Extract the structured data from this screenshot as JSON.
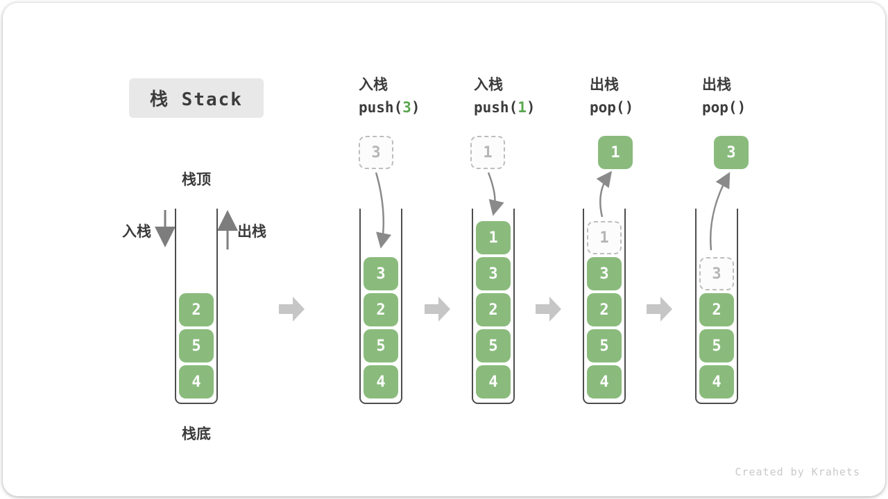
{
  "title": {
    "label": "栈 Stack"
  },
  "annotations": {
    "stack_top": "栈顶",
    "stack_bottom": "栈底",
    "push_side": "入栈",
    "pop_side": "出栈"
  },
  "operations": [
    {
      "name": "入栈",
      "code": {
        "fn": "push(",
        "arg": "3",
        "close": ")"
      }
    },
    {
      "name": "入栈",
      "code": {
        "fn": "push(",
        "arg": "1",
        "close": ")"
      }
    },
    {
      "name": "出栈",
      "code": {
        "fn": "pop(",
        "arg": "",
        "close": ")"
      }
    },
    {
      "name": "出栈",
      "code": {
        "fn": "pop(",
        "arg": "",
        "close": ")"
      }
    }
  ],
  "stacks": [
    {
      "cells": [
        "2",
        "5",
        "4"
      ]
    },
    {
      "cells": [
        "3",
        "2",
        "5",
        "4"
      ],
      "incoming": "3"
    },
    {
      "cells": [
        "1",
        "3",
        "2",
        "5",
        "4"
      ],
      "incoming": "1"
    },
    {
      "cells": [
        "3",
        "2",
        "5",
        "4"
      ],
      "ghost": "1",
      "outgoing": "1"
    },
    {
      "cells": [
        "2",
        "5",
        "4"
      ],
      "ghost": "3",
      "outgoing": "3"
    }
  ],
  "credit": "Created by Krahets",
  "colors": {
    "cell_green": "#8abb7d",
    "code_arg_green": "#5aa74f",
    "text_dark": "#3b3b3b",
    "curve_arrow_gray": "#8a8a8a",
    "side_arrow_gray": "#7d7d7d",
    "block_arrow_gray": "#c6c6c6",
    "dashed_gray": "#bdbdbd",
    "stack_wall_gray": "#4d4d4d",
    "title_bg": "#e8e8e8",
    "credit_gray": "#c9c9c9"
  }
}
